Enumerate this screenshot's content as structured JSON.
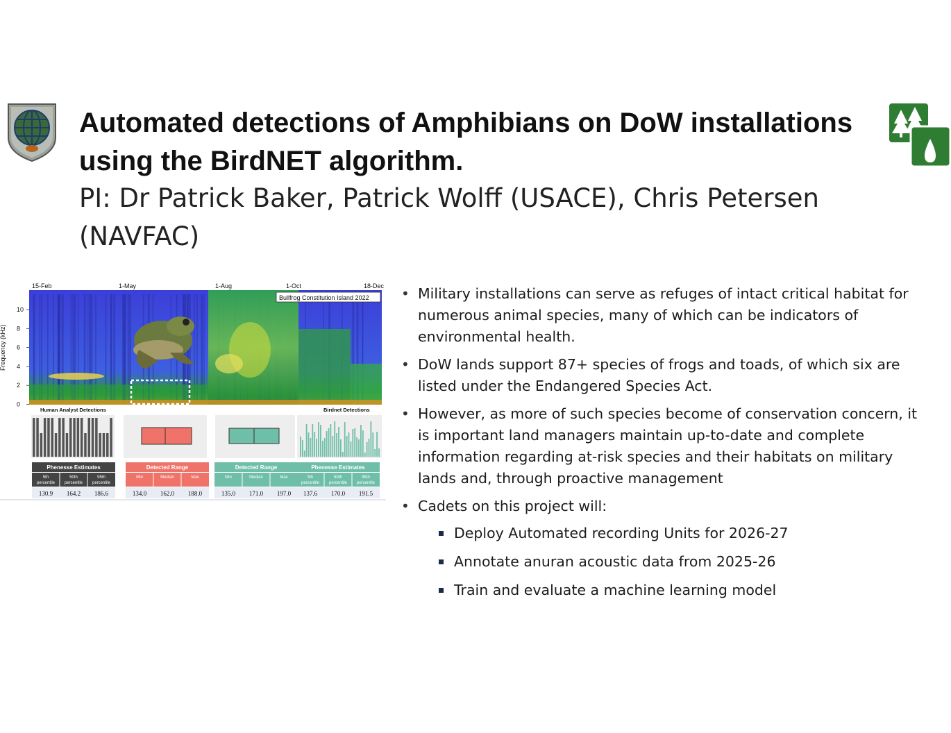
{
  "slide": {
    "title_line1": "Automated detections of Amphibians on DoW installations",
    "title_line2": "using the BirdNET algorithm.",
    "subtitle": "PI: Dr Patrick Baker, Patrick Wolff (USACE), Chris Petersen (NAVFAC)"
  },
  "logos": {
    "left": "shield-globe-logo",
    "right": "trees-waterdrop-logo",
    "right_color": "#2e7d32"
  },
  "figure": {
    "spectrogram": {
      "months": [
        "15-Feb",
        "1-May",
        "1-Aug",
        "1-Oct",
        "18-Dec"
      ],
      "y_ticks": [
        "10",
        "8",
        "6",
        "4",
        "2",
        "0"
      ],
      "y_label": "Frequency (kHz)",
      "legend": "Bullfrog Constitution Island 2022"
    },
    "panel_titles": {
      "human": "Human Analyst Detections",
      "birdnet": "Birdnet Detections"
    },
    "tables": [
      {
        "header": "Phenesse Estimates",
        "color": "#444444",
        "cols": [
          "5th percentile",
          "50th percentile",
          "95th percentile"
        ],
        "values": [
          "130.9",
          "164.2",
          "186.6"
        ]
      },
      {
        "header": "Detected Range",
        "color": "#f0736a",
        "cols": [
          "Min",
          "Median",
          "Max"
        ],
        "values": [
          "134.0",
          "162.0",
          "188.0"
        ]
      },
      {
        "header": "Detected Range",
        "color": "#6fbfa8",
        "cols": [
          "Min",
          "Median",
          "Max"
        ],
        "values": [
          "135.0",
          "171.0",
          "197.0"
        ]
      },
      {
        "header": "Phenesse Estimates",
        "color": "#6fbfa8",
        "cols": [
          "5th percentile",
          "50th percentile",
          "95th percentile"
        ],
        "values": [
          "137.6",
          "170.0",
          "191.5"
        ]
      }
    ]
  },
  "bullets": [
    " Military installations can serve as refuges of intact critical habitat for numerous animal species, many of which can be indicators of environmental health.",
    "DoW lands support 87+ species of frogs and toads, of which six are listed under the Endangered Species Act.",
    "However, as more of such species become of conservation concern, it is important land managers maintain up-to-date and complete information regarding at-risk species and their habitats on military lands and, through proactive management",
    "Cadets on this project will:"
  ],
  "sub_bullets": [
    "Deploy Automated recording Units for 2026-27",
    "Annotate anuran acoustic data from 2025-26",
    "Train and evaluate a machine learning model"
  ]
}
